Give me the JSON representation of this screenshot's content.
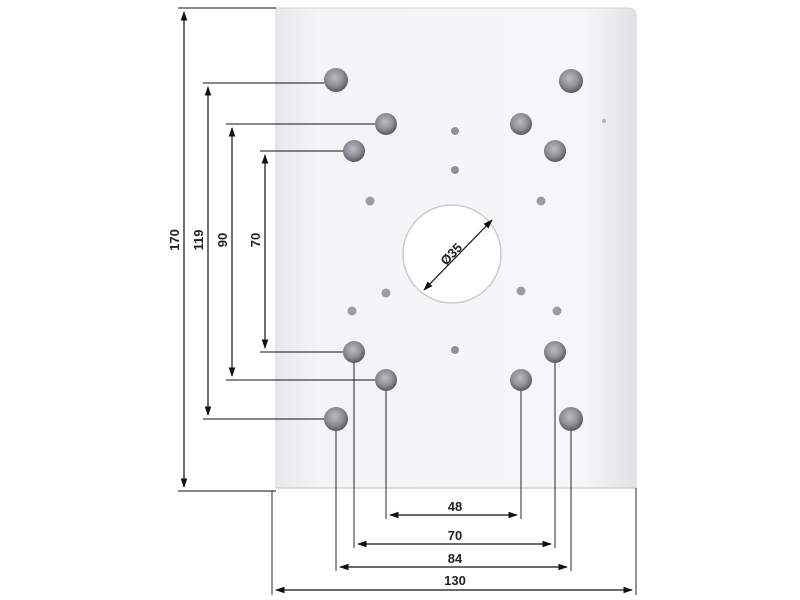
{
  "diagram": {
    "center_hole_label": "Ø35",
    "vertical_dimensions": [
      "170",
      "119",
      "90",
      "70"
    ],
    "horizontal_dimensions": [
      "48",
      "70",
      "84",
      "130"
    ]
  },
  "colors": {
    "plate_light": "#f4f5f7",
    "plate_mid": "#e9ebee",
    "plate_edge": "#d6d9dd",
    "hole_fill": "#8e9296",
    "hole_dark": "#5f6367",
    "dimension_line": "#111111"
  }
}
